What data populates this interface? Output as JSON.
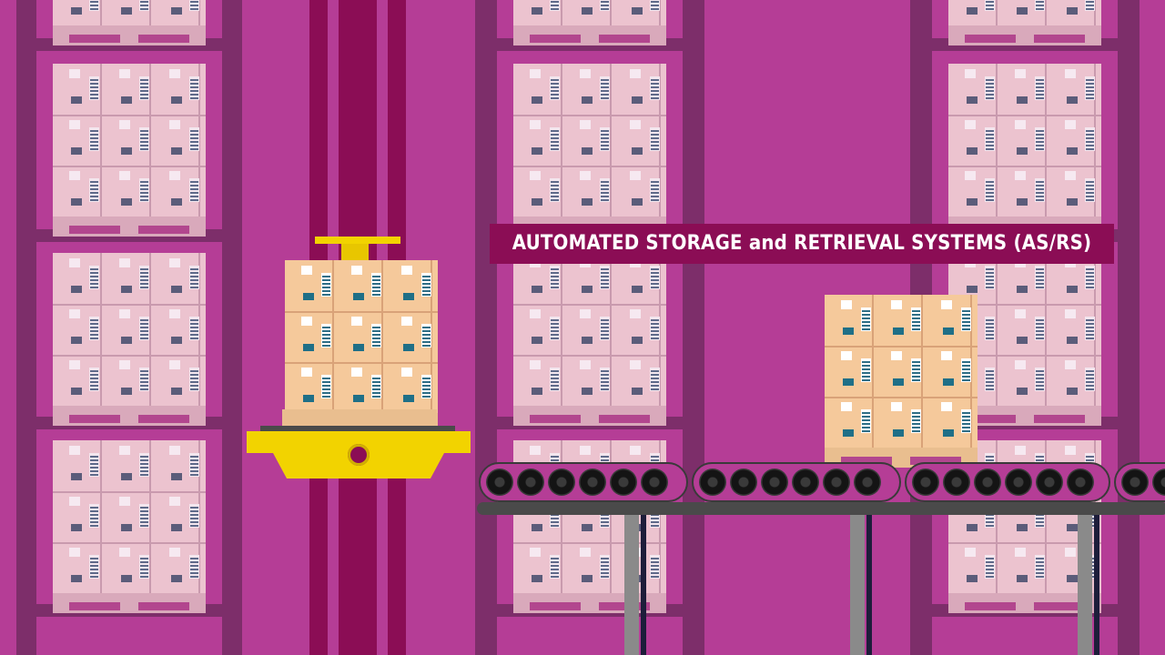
{
  "title": "AUTOMATED STORAGE and RETRIEVAL SYSTEMS (AS/RS)",
  "colors": {
    "background": "#b53d96",
    "rack": "#7d2e6a",
    "banner": "#8b0d55",
    "crane_rail": "#8b0d55",
    "shuttle": "#f2d300",
    "stored_carton": "#ecc3cf",
    "moving_carton": "#f5c99b",
    "conveyor": "#141414"
  },
  "icons": [
    "pallet-stack",
    "stacker-crane-shuttle",
    "roller-conveyor"
  ]
}
